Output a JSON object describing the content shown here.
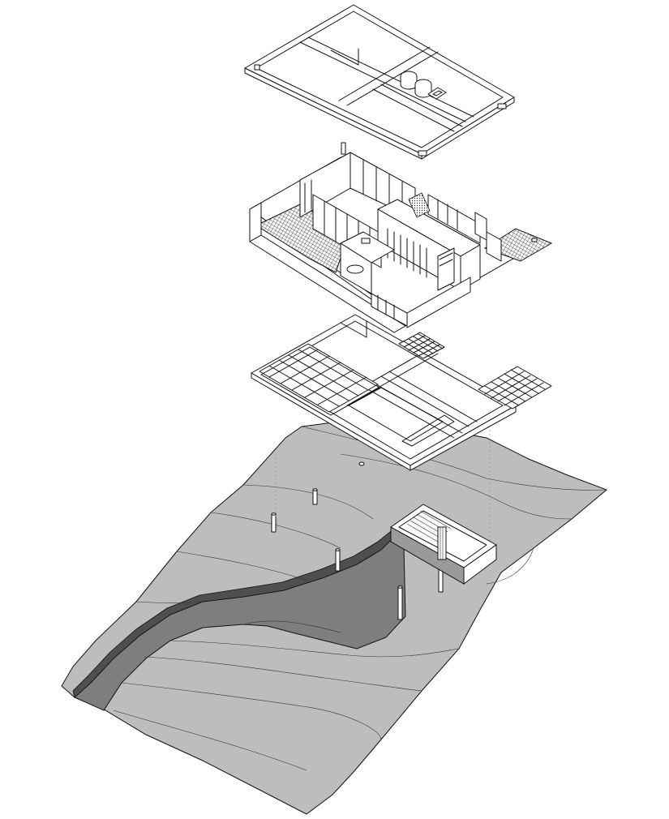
{
  "diagram": {
    "type": "exploded-axonometric",
    "layers": [
      "roof",
      "living-level",
      "floor-structure",
      "site-terrain"
    ],
    "colors": {
      "background": "#ffffff",
      "line": "#111111",
      "terrain": "#bdbdbd",
      "cut": "#7e7e7e",
      "cut_dark": "#4f4f4f"
    }
  }
}
